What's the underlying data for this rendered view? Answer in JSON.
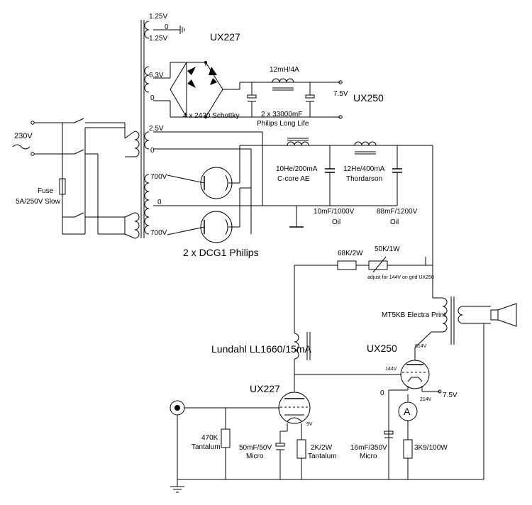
{
  "labels": {
    "mains_voltage": "230V",
    "fuse_name": "Fuse",
    "fuse_rating": "5A/250V Slow",
    "sec_1_25v_top": "1.25V",
    "sec_0_top": "0",
    "sec_1_25v_bottom": "1.25V",
    "tube_ux227_supply": "UX227",
    "sec_6_3v": "6.3V",
    "sec_6_3v_zero": "0",
    "bridge_label": "4 x 2430 Schottky",
    "choke_12mh": "12mH/4A",
    "caps_33000": "2 x 33000mF",
    "caps_brand": "Philips Long Life",
    "out_7_5v": "7.5V",
    "tube_ux250_supply": "UX250",
    "sec_2_5v": "2.5V",
    "sec_2_5v_zero": "0",
    "sec_700v_top": "700V",
    "sec_center_zero": "0",
    "sec_700v_bottom": "700V",
    "rectifier_label": "2 x DCG1 Philips",
    "choke1_value": "10He/200mA",
    "choke1_type": "C-core AE",
    "choke2_value": "12He/400mA",
    "choke2_type": "Thordarson",
    "cap1_value": "10mF/1000V",
    "cap1_type": "Oil",
    "cap2_value": "88mF/1200V",
    "cap2_type": "Oil",
    "res_68k": "68K/2W",
    "pot_50k": "50K/1W",
    "pot_note": "adjust for 144V on grid UX250",
    "output_transformer": "MT5KB Electra Print",
    "interstage": "Lundahl LL1660/15mA",
    "tube_ux250": "UX250",
    "v_614": "614V",
    "v_144": "144V",
    "v_214": "214V",
    "v_7_5": "7.5V",
    "zero_ux250": "0",
    "tube_ux227": "UX227",
    "v_9": "9V",
    "ammeter": "A",
    "res_470k": "470K",
    "res_470k_type": "Tantalum",
    "cap_50mf": "50mF/50V",
    "cap_50mf_type": "Micro",
    "res_2k": "2K/2W",
    "res_2k_type": "Tantalum",
    "cap_16mf": "16mF/350V",
    "cap_16mf_type": "Micro",
    "res_3k9": "3K9/100W"
  }
}
